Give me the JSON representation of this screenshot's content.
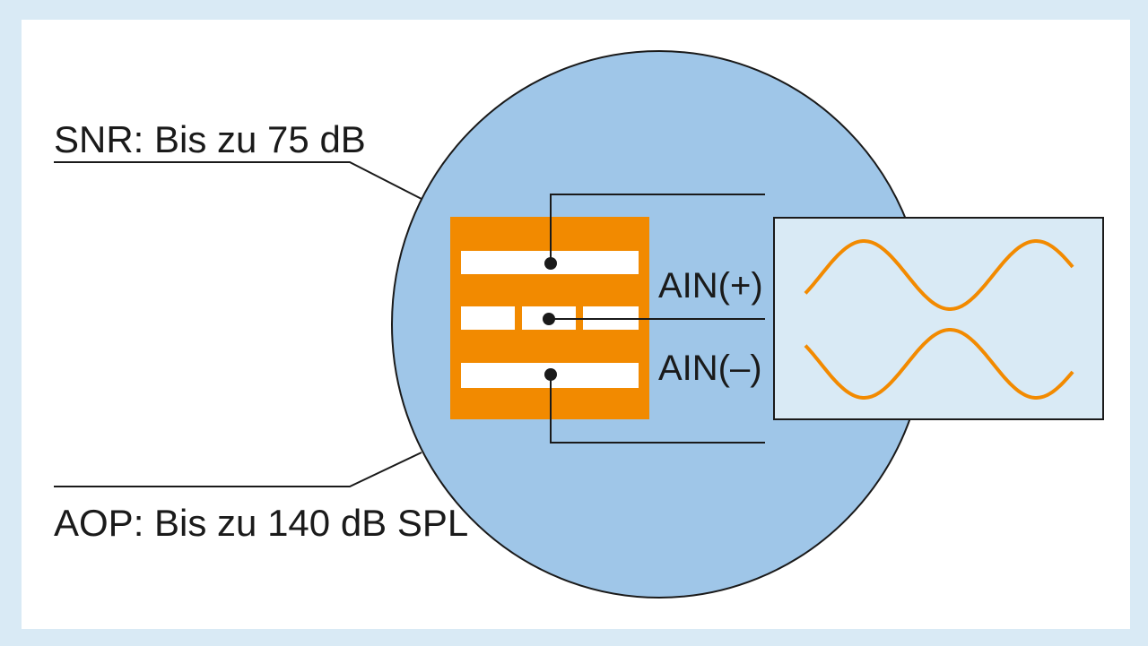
{
  "labels": {
    "snr": "SNR: Bis zu 75 dB",
    "aop": "AOP: Bis zu 140 dB SPL",
    "ain_plus": "AIN(+)",
    "ain_minus": "AIN(–)"
  },
  "colors": {
    "background": "#d9eaf5",
    "panel": "#ffffff",
    "circle": "#9fc6e8",
    "chip": "#f28a00",
    "signal_box": "#d9eaf5",
    "wave": "#f28a00",
    "lines": "#1a1a1a"
  },
  "icons": {
    "microphone_element": "mems-membrane-icon",
    "signal": "sine-wave-icon"
  }
}
